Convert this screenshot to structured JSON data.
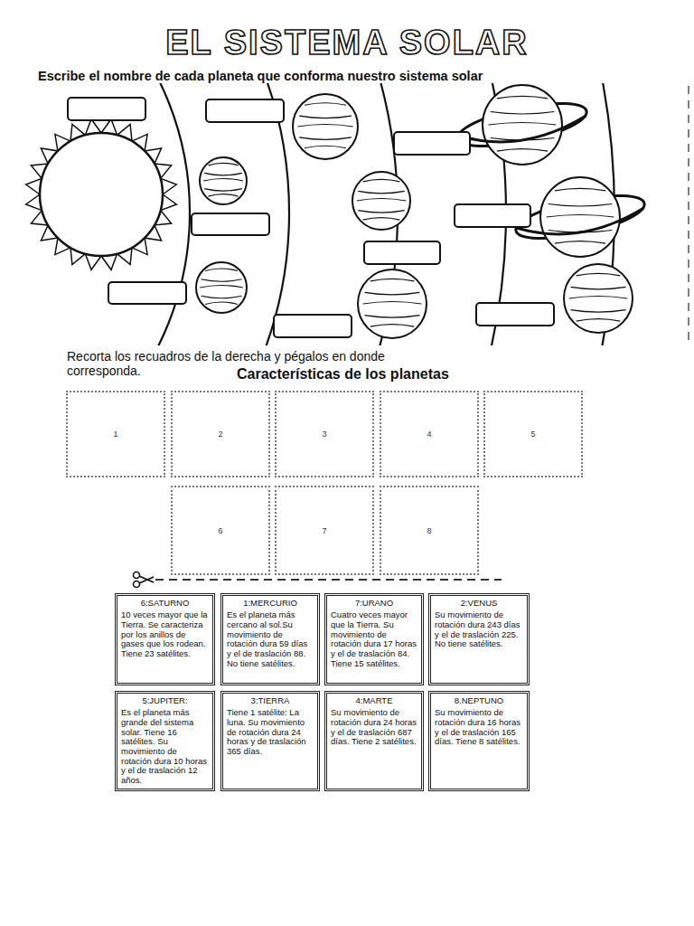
{
  "diagram": {
    "title": "EL SISTEMA SOLAR",
    "nodes": [
      {
        "text": [
          "1"
        ]
      },
      {
        "text": [
          "2"
        ]
      },
      {
        "text": [
          "3"
        ]
      },
      {
        "text": [
          "4"
        ]
      },
      {
        "text": [
          "5"
        ]
      },
      {
        "text": [
          "6"
        ]
      },
      {
        "text": [
          "7"
        ]
      },
      {
        "text": [
          "8"
        ]
      },
      {
        "text": [
          "6:SATURNO",
          "10 veces mayor que la Tierra. Se caracteriza por los anillos de gases que los rodean. Tiene 23 satélites."
        ]
      },
      {
        "text": [
          "1:MERCURIO",
          "Es el planeta más cercano al sol.Su movimiento de rotación dura 59 días y el de traslación 88. No tiene satélites."
        ]
      },
      {
        "text": [
          "7:URANO",
          "Cuatro veces mayor que la Tierra. Su movimiento de rotación dura 17 horas y el de traslación 84. Tiene 15 satélites."
        ]
      },
      {
        "text": [
          "2:VENUS",
          "Su movimiento de rotación dura 243 días y el de traslación 225. No tiene satélites."
        ]
      },
      {
        "text": [
          "5:JUPITER:",
          "Es el planeta más grande del sistema solar. Tiene 16 satélites. Su movimiento de rotación dura 10 horas y el de traslación 12 años."
        ]
      },
      {
        "text": [
          "3:TIERRA",
          "Tiene 1 satélite: La luna. Su movimiento de rotación dura 24 horas y de traslación 365 días."
        ]
      },
      {
        "text": [
          "4:MARTE",
          "Su movimiento de rotación dura 24 horas y el de traslación 687 días. Tiene 2 satélites."
        ]
      },
      {
        "text": [
          "8.NEPTUNO",
          "Su movimiento de rotación dura 16 horas y el de traslación 165 días. Tiene 8 satélites."
        ]
      }
    ],
    "labels": [
      "Escribe el nombre de cada planeta que conforma nuestro sistema solar",
      "Recorta los recuadros de la derecha y pégalos en donde corresponda.",
      "Características de los planetas"
    ]
  }
}
